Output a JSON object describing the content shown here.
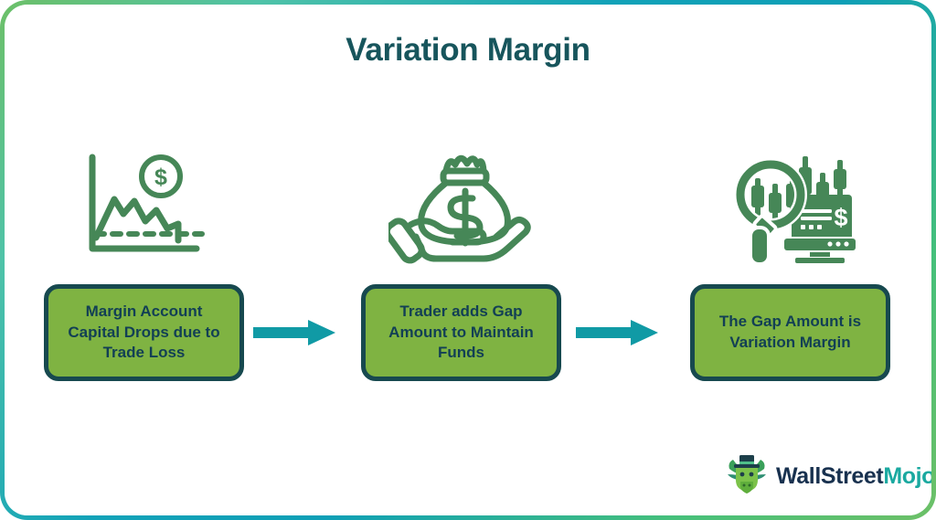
{
  "title": "Variation Margin",
  "theme": {
    "title_color": "#17555c",
    "box_fill": "#7fb342",
    "box_border": "#17494f",
    "box_text": "#123f55",
    "arrow_color": "#109aa5",
    "icon_color": "#468757",
    "frame_gradient_from": "#6dc067",
    "frame_gradient_to": "#0e9fb6",
    "background": "#ffffff"
  },
  "steps": [
    {
      "id": "step-1",
      "icon_name": "declining-chart-dollar-icon",
      "text": "Margin Account Capital Drops due to Trade Loss"
    },
    {
      "id": "step-2",
      "icon_name": "hand-holding-money-bag-icon",
      "text": "Trader adds Gap Amount to Maintain Funds"
    },
    {
      "id": "step-3",
      "icon_name": "magnifier-candlestick-monitor-icon",
      "text": "The Gap Amount is Variation Margin"
    }
  ],
  "arrows": [
    {
      "id": "arrow-1",
      "icon_name": "arrow-right-icon"
    },
    {
      "id": "arrow-2",
      "icon_name": "arrow-right-icon"
    }
  ],
  "logo": {
    "mark_name": "bull-with-top-hat-icon",
    "word_primary": "WallStreet",
    "word_secondary": "Mojo"
  }
}
